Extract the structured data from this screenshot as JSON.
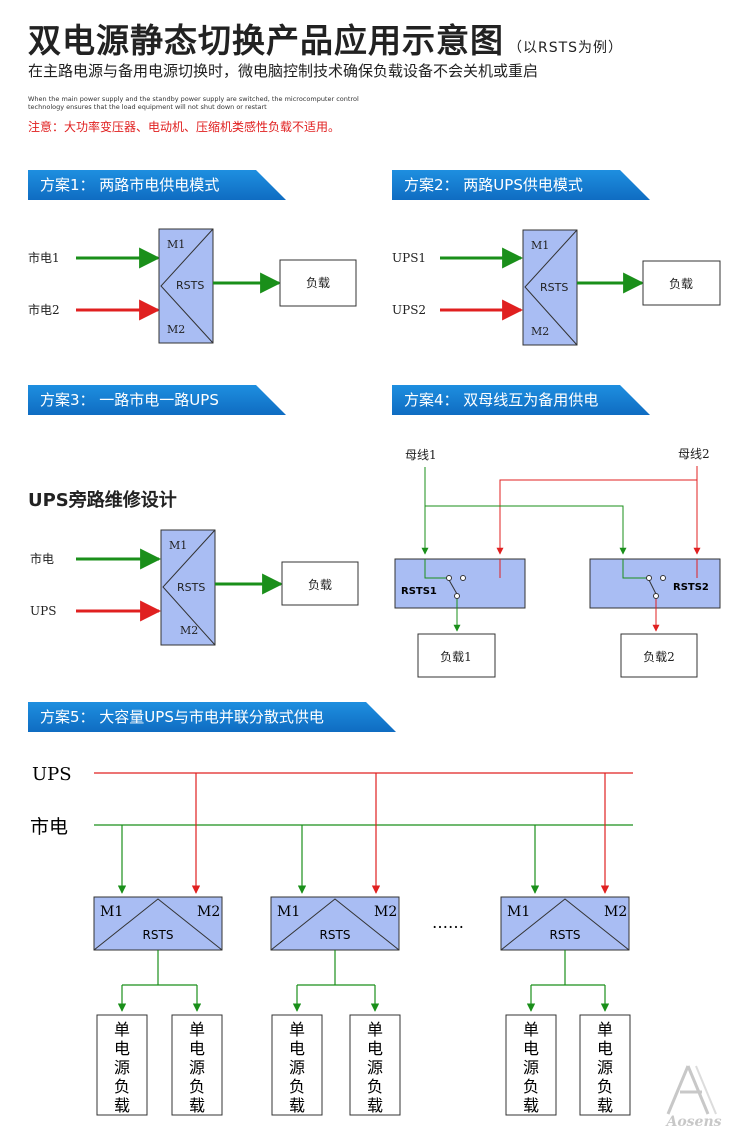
{
  "header": {
    "title": "双电源静态切换产品应用示意图",
    "title_note": "（以RSTS为例）",
    "subtitle": "在主路电源与备用电源切换时，微电脑控制技术确保负载设备不会关机或重启",
    "english_note": "When the main power supply and the standby power supply are switched, the microcomputer control technology ensures that the load equipment will not shut down or restart",
    "warning": "注意：大功率变压器、电动机、压缩机类感性负载不适用。"
  },
  "colors": {
    "banner": "#1a7fd4",
    "box": "#a9bdf3",
    "green": "#1a8f1a",
    "red": "#e02020"
  },
  "device": {
    "m1": "M1",
    "m2": "M2",
    "name": "RSTS",
    "load": "负载"
  },
  "scheme1": {
    "banner": "方案1：  两路市电供电模式",
    "input1": "市电1",
    "input2": "市电2"
  },
  "scheme2": {
    "banner": "方案2：  两路UPS供电模式",
    "input1": "UPS1",
    "input2": "UPS2"
  },
  "scheme3": {
    "banner": "方案3：  一路市电一路UPS",
    "heading": "UPS旁路维修设计",
    "input1": "市电",
    "input2": "UPS"
  },
  "scheme4": {
    "banner": "方案4：  双母线互为备用供电",
    "bus1": "母线1",
    "bus2": "母线2",
    "device1": "RSTS1",
    "device2": "RSTS2",
    "load1": "负载1",
    "load2": "负载2"
  },
  "scheme5": {
    "banner": "方案5：  大容量UPS与市电并联分散式供电",
    "line_ups": "UPS",
    "line_mains": "市电",
    "ellipsis": "……",
    "load_chars": [
      "单",
      "电",
      "源",
      "负",
      "载"
    ]
  },
  "logo": {
    "text": "Aosens"
  }
}
